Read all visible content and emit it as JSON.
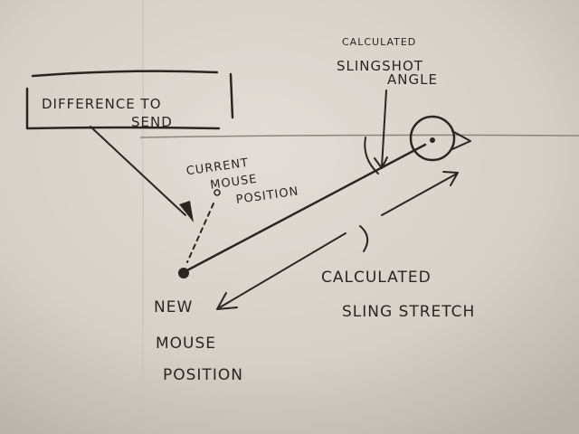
{
  "colors": {
    "paper": "#d9d3cb",
    "ink": "#2b2520",
    "crease": "#bdb6ad"
  },
  "labels": {
    "difference": [
      "DIFFERENCE TO",
      "SEND"
    ],
    "current_mouse": [
      "CURRENT",
      "MOUSE",
      "POSITION"
    ],
    "slingshot_angle": [
      "CALCULATED",
      "SLINGSHOT",
      "ANGLE"
    ],
    "sling_stretch": [
      "CALCULATED",
      "SLING STRETCH"
    ],
    "new_mouse": [
      "NEW",
      "MOUSE",
      "POSITION"
    ]
  }
}
